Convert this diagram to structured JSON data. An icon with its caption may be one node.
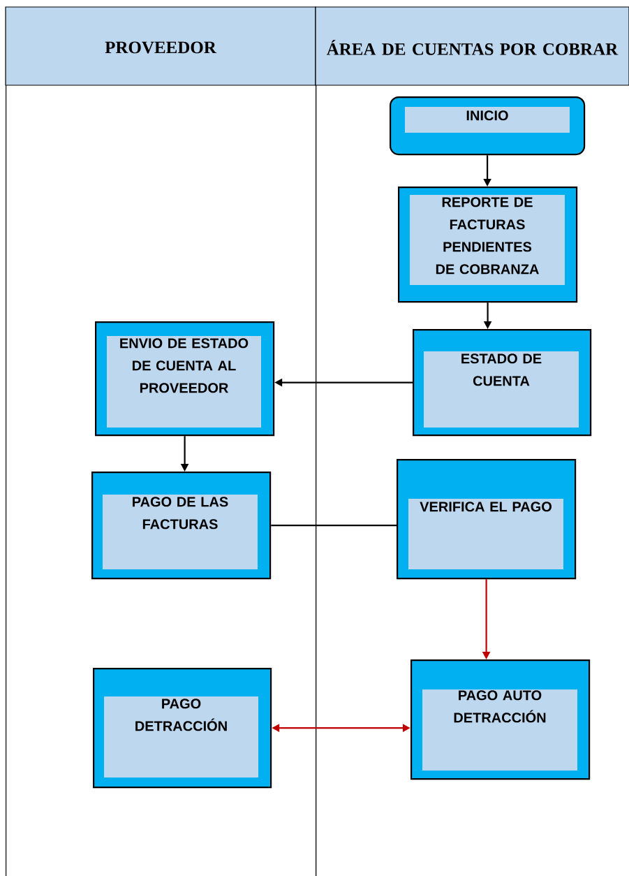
{
  "diagram": {
    "nodes": [
      {
        "text": [
          "PROVEEDOR"
        ]
      },
      {
        "text": [
          "ÁREA DE CUENTAS POR COBRAR"
        ]
      },
      {
        "text": [
          "INICIO"
        ],
        "in": 1
      },
      {
        "text": [
          "REPORTE DE FACTURAS PENDIENTES DE COBRANZA"
        ],
        "in": 1
      },
      {
        "text": [
          "ENVIO DE ESTADO DE CUENTA AL PROVEEDOR"
        ],
        "in": 0
      },
      {
        "text": [
          "ESTADO DE CUENTA"
        ],
        "in": 1
      },
      {
        "text": [
          "PAGO DE LAS FACTURAS"
        ],
        "in": 0
      },
      {
        "text": [
          "VERIFICA EL PAGO"
        ],
        "in": 1
      },
      {
        "text": [
          "PAGO DETRACCIÓN"
        ],
        "in": 0
      },
      {
        "text": [
          "PAGO AUTO DETRACCIÓN"
        ],
        "in": 1
      }
    ],
    "edges": [
      {
        "from": 2,
        "to": 3,
        "arrow": "to"
      },
      {
        "from": 3,
        "to": 5,
        "arrow": "to"
      },
      {
        "from": 5,
        "to": 4,
        "arrow": "to"
      },
      {
        "from": 4,
        "to": 6,
        "arrow": "to"
      },
      {
        "from": 6,
        "to": 7,
        "arrow": "none"
      },
      {
        "from": 7,
        "to": 9,
        "arrow": "to",
        "color": "#c00000"
      },
      {
        "from": 8,
        "to": 9,
        "arrow": "both",
        "color": "#c00000"
      }
    ]
  }
}
